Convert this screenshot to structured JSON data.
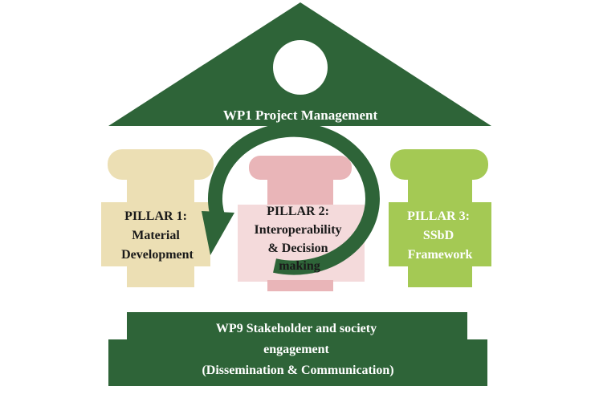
{
  "roof": {
    "label": "WP1 Project Management"
  },
  "pillars": [
    {
      "lines": [
        "PILLAR 1:",
        "Material",
        "Development"
      ]
    },
    {
      "lines": [
        "PILLAR 2:",
        "Interoperability",
        "& Decision",
        "making"
      ]
    },
    {
      "lines": [
        "PILLAR 3:",
        "SSbD",
        "Framework"
      ]
    }
  ],
  "base": {
    "lines": [
      "WP9 Stakeholder and society",
      "engagement",
      "(Dissemination & Communication)"
    ]
  },
  "colors": {
    "dark_green": "#2e6438",
    "pillar1": "#ecdfb4",
    "pillar2": "#e9b5b8",
    "pillar3": "#a4c954",
    "text_dark": "#1a1a1a",
    "text_light": "#ffffff"
  }
}
